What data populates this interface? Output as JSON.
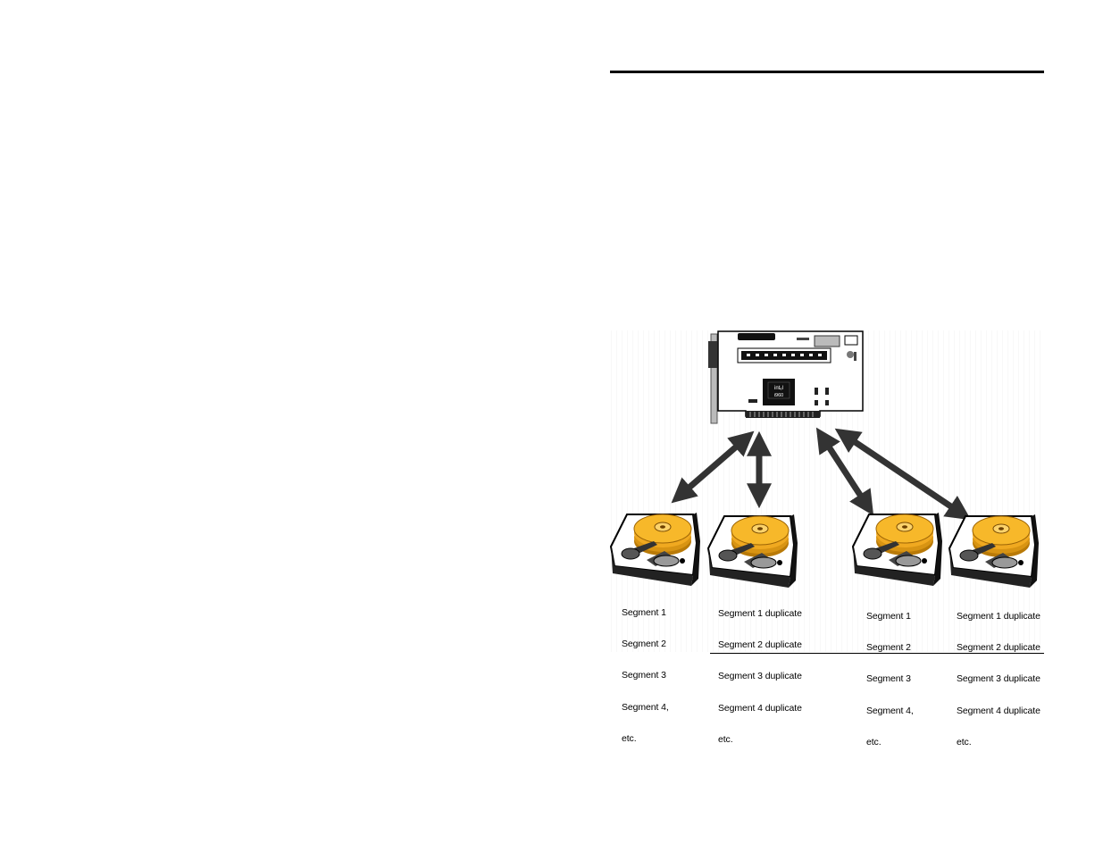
{
  "controller": {
    "chip_brand": "intₑl",
    "chip_model": "i960"
  },
  "labels": {
    "disk1": [
      "Segment 1",
      "Segment 2",
      "Segment 3",
      "Segment 4,",
      "etc."
    ],
    "disk2": [
      "Segment 1 duplicate",
      "Segment 2 duplicate",
      "Segment 3 duplicate",
      "Segment 4 duplicate",
      "etc."
    ],
    "disk3": [
      "Segment 1",
      "Segment 2",
      "Segment 3",
      "Segment 4,",
      "etc."
    ],
    "disk4": [
      "Segment 1 duplicate",
      "Segment 2 duplicate",
      "Segment 3 duplicate",
      "Segment 4 duplicate",
      "etc."
    ]
  },
  "colors": {
    "platter": "#f5b31c",
    "platter_dark": "#c9860c",
    "board": "#ffffff",
    "ink": "#000000"
  }
}
